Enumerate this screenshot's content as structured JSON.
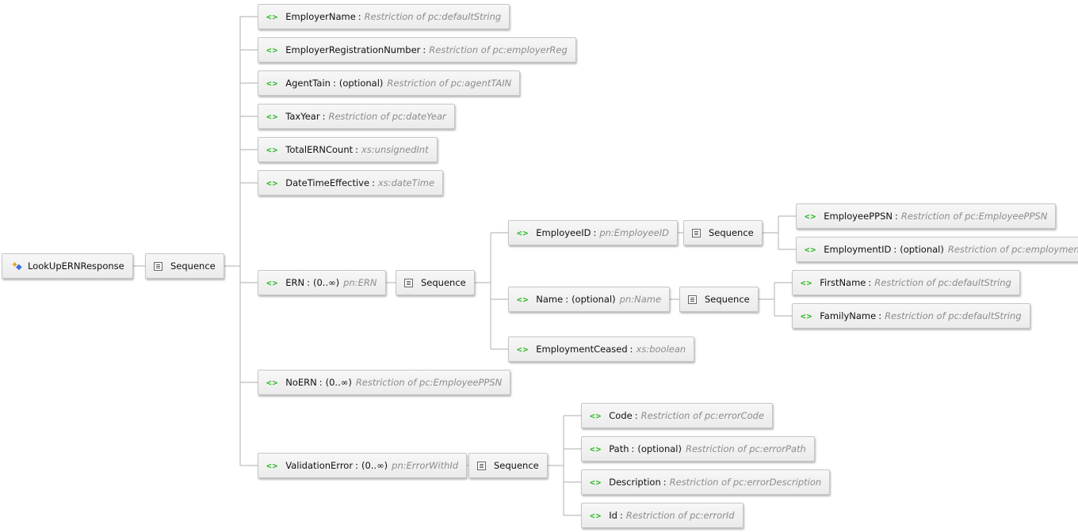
{
  "root": {
    "name": "LookUpERNResponse",
    "icon": "complex-element-icon"
  },
  "root_sequence": {
    "label": "Sequence"
  },
  "elements": {
    "employer_name": {
      "name": "EmployerName",
      "cardinality": "",
      "type": "Restriction of pc:defaultString"
    },
    "employer_reg": {
      "name": "EmployerRegistrationNumber",
      "cardinality": "",
      "type": "Restriction of pc:employerReg"
    },
    "agent_tain": {
      "name": "AgentTain",
      "cardinality": "(optional)",
      "type": "Restriction of pc:agentTAIN"
    },
    "tax_year": {
      "name": "TaxYear",
      "cardinality": "",
      "type": "Restriction of pc:dateYear"
    },
    "total_ern_count": {
      "name": "TotalERNCount",
      "cardinality": "",
      "type": "xs:unsignedInt"
    },
    "date_time_effective": {
      "name": "DateTimeEffective",
      "cardinality": "",
      "type": "xs:dateTime"
    },
    "ern": {
      "name": "ERN",
      "cardinality": "(0..∞)",
      "type": "pn:ERN"
    },
    "employee_id": {
      "name": "EmployeeID",
      "cardinality": "",
      "type": "pn:EmployeeID"
    },
    "employee_ppsn": {
      "name": "EmployeePPSN",
      "cardinality": "",
      "type": "Restriction of pc:EmployeePPSN"
    },
    "employment_id": {
      "name": "EmploymentID",
      "cardinality": "(optional)",
      "type": "Restriction of pc:employmentID"
    },
    "name": {
      "name": "Name",
      "cardinality": "(optional)",
      "type": "pn:Name"
    },
    "first_name": {
      "name": "FirstName",
      "cardinality": "",
      "type": "Restriction of pc:defaultString"
    },
    "family_name": {
      "name": "FamilyName",
      "cardinality": "",
      "type": "Restriction of pc:defaultString"
    },
    "employment_ceased": {
      "name": "EmploymentCeased",
      "cardinality": "",
      "type": "xs:boolean"
    },
    "no_ern": {
      "name": "NoERN",
      "cardinality": "(0..∞)",
      "type": "Restriction of pc:EmployeePPSN"
    },
    "validation_error": {
      "name": "ValidationError",
      "cardinality": "(0..∞)",
      "type": "pn:ErrorWithId"
    },
    "code": {
      "name": "Code",
      "cardinality": "",
      "type": "Restriction of pc:errorCode"
    },
    "path": {
      "name": "Path",
      "cardinality": "(optional)",
      "type": "Restriction of pc:errorPath"
    },
    "description": {
      "name": "Description",
      "cardinality": "",
      "type": "Restriction of pc:errorDescription"
    },
    "id": {
      "name": "Id",
      "cardinality": "",
      "type": "Restriction of pc:errorId"
    }
  },
  "sequences": {
    "ern_seq": {
      "label": "Sequence"
    },
    "employee_id_seq": {
      "label": "Sequence"
    },
    "name_seq": {
      "label": "Sequence"
    },
    "validation_error_seq": {
      "label": "Sequence"
    }
  },
  "colors": {
    "element_icon": "#27b81f",
    "type_text": "#8c8c8c",
    "connector": "#bdbdbd"
  },
  "element_icon_glyph": "<>"
}
